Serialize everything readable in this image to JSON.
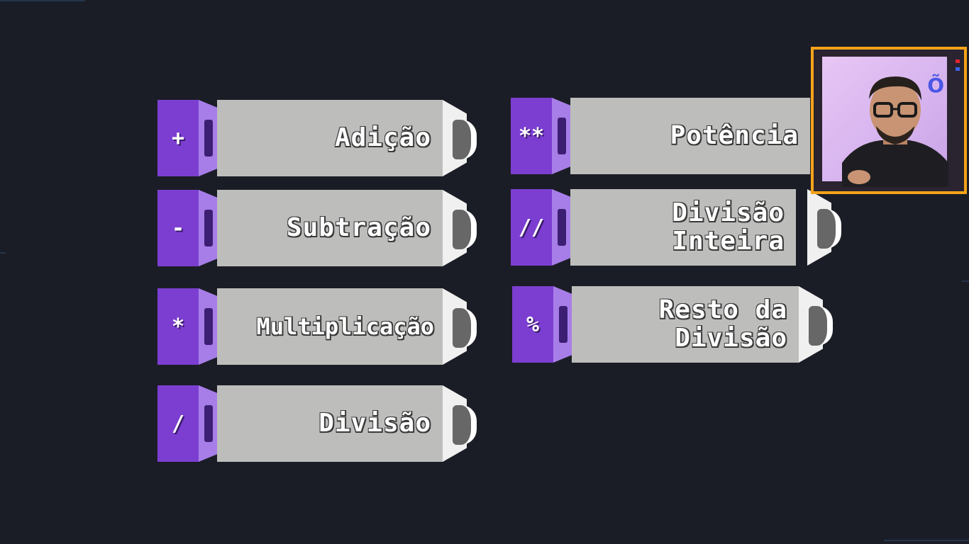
{
  "operators": [
    {
      "symbol": "+",
      "label": "Adição"
    },
    {
      "symbol": "-",
      "label": "Subtração"
    },
    {
      "symbol": "*",
      "label": "Multiplicação"
    },
    {
      "symbol": "/",
      "label": "Divisão"
    },
    {
      "symbol": "**",
      "label": "Potência"
    },
    {
      "symbol": "//",
      "label": "Divisão\nInteira"
    },
    {
      "symbol": "%",
      "label": "Resto da\nDivisão"
    }
  ],
  "webcam": {
    "background_text": "Õ"
  },
  "colors": {
    "background": "#1b1d26",
    "purple": "#7c3ed1",
    "purple_light": "#a77ee8",
    "body_gray": "#bdbebb",
    "frame_orange": "#f5a31a"
  }
}
